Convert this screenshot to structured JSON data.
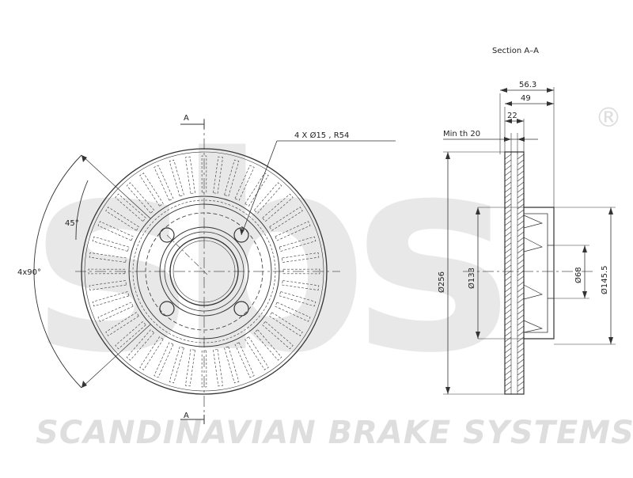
{
  "watermark": {
    "brand_text": "sbs",
    "registered_mark": "®",
    "tagline": "SCANDINAVIAN BRAKE SYSTEMS",
    "color": "#e6e6e6"
  },
  "front_view": {
    "section_marker_top": "A",
    "section_marker_bottom": "A",
    "bolt_callout": "4 X Ø15 , R54",
    "angle_45": "45°",
    "angle_4x90": "4x90°"
  },
  "section_view": {
    "title": "Section A–A",
    "dim_width_overall": "56.3",
    "dim_width_hat": "49",
    "dim_disc_thickness": "22",
    "min_thickness": "Min th 20",
    "dia_outer": "Ø256",
    "dia_hat": "Ø133",
    "dia_center": "Ø68",
    "dia_hat_outer": "Ø145.5"
  },
  "colors": {
    "line": "#333333",
    "centerline": "#555555"
  }
}
